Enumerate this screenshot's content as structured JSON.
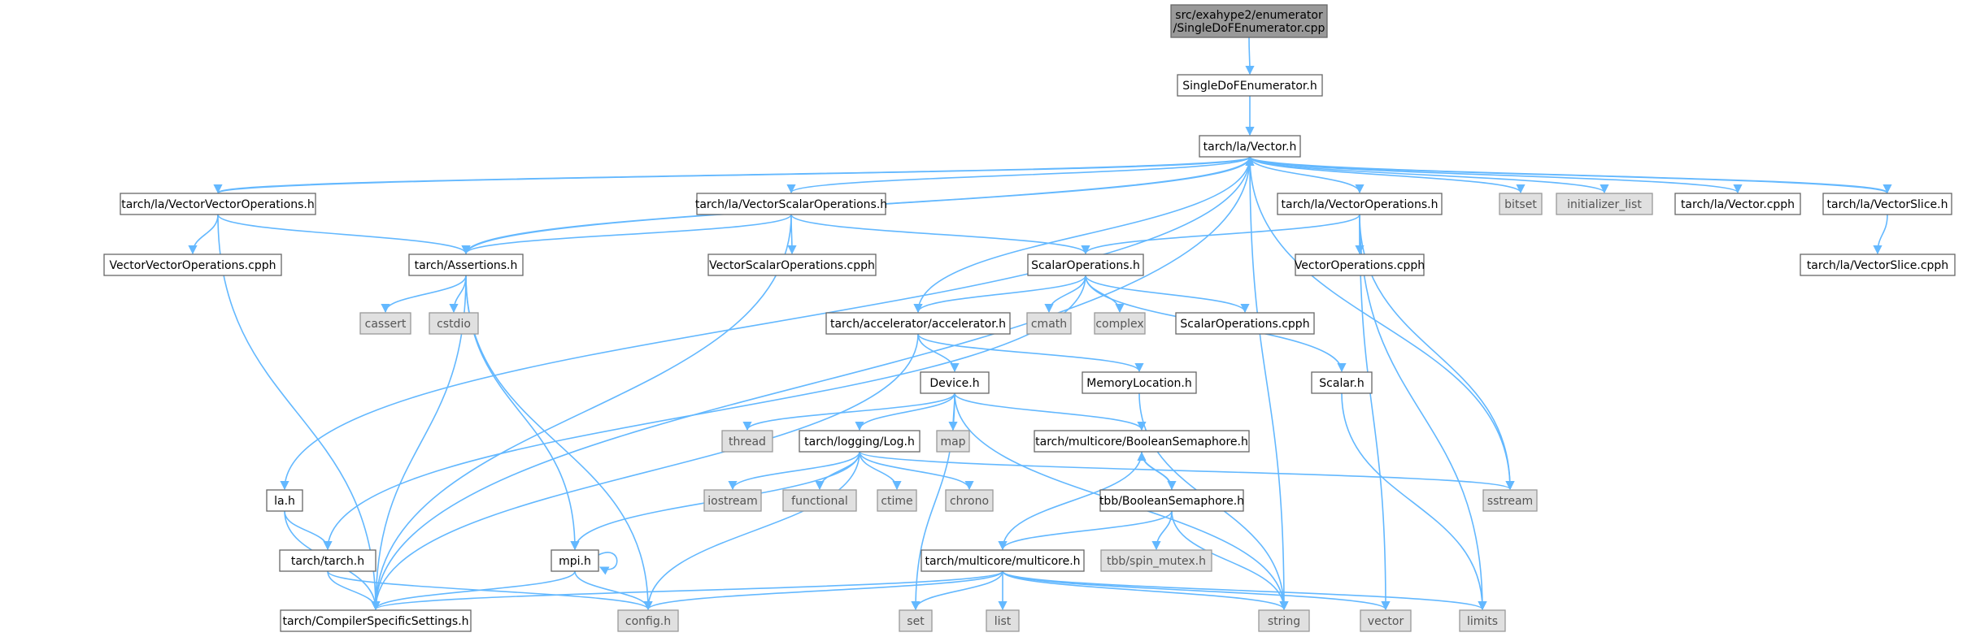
{
  "graph": {
    "nodes": [
      {
        "id": "root",
        "lines": [
          "src/exahype2/enumerator",
          "/SingleDoFEnumerator.cpp"
        ],
        "kind": "root"
      },
      {
        "id": "sdfe_h",
        "lines": [
          "SingleDoFEnumerator.h"
        ],
        "kind": "internal"
      },
      {
        "id": "vector_h",
        "lines": [
          "tarch/la/Vector.h"
        ],
        "kind": "internal"
      },
      {
        "id": "vvo_h",
        "lines": [
          "tarch/la/VectorVectorOperations.h"
        ],
        "kind": "internal"
      },
      {
        "id": "vso_h",
        "lines": [
          "tarch/la/VectorScalarOperations.h"
        ],
        "kind": "internal"
      },
      {
        "id": "vo_h",
        "lines": [
          "tarch/la/VectorOperations.h"
        ],
        "kind": "internal"
      },
      {
        "id": "bitset",
        "lines": [
          "bitset"
        ],
        "kind": "system"
      },
      {
        "id": "initializer_list",
        "lines": [
          "initializer_list"
        ],
        "kind": "system"
      },
      {
        "id": "vector_cpph",
        "lines": [
          "tarch/la/Vector.cpph"
        ],
        "kind": "internal"
      },
      {
        "id": "vslice_h",
        "lines": [
          "tarch/la/VectorSlice.h"
        ],
        "kind": "internal"
      },
      {
        "id": "vvo_cpph",
        "lines": [
          "VectorVectorOperations.cpph"
        ],
        "kind": "internal"
      },
      {
        "id": "assertions_h",
        "lines": [
          "tarch/Assertions.h"
        ],
        "kind": "internal"
      },
      {
        "id": "vso_cpph",
        "lines": [
          "VectorScalarOperations.cpph"
        ],
        "kind": "internal"
      },
      {
        "id": "so_h",
        "lines": [
          "ScalarOperations.h"
        ],
        "kind": "internal"
      },
      {
        "id": "vo_cpph",
        "lines": [
          "VectorOperations.cpph"
        ],
        "kind": "internal"
      },
      {
        "id": "vslice_cpph",
        "lines": [
          "tarch/la/VectorSlice.cpph"
        ],
        "kind": "internal"
      },
      {
        "id": "cassert",
        "lines": [
          "cassert"
        ],
        "kind": "system"
      },
      {
        "id": "cstdio",
        "lines": [
          "cstdio"
        ],
        "kind": "system"
      },
      {
        "id": "accel_h",
        "lines": [
          "tarch/accelerator/accelerator.h"
        ],
        "kind": "internal"
      },
      {
        "id": "cmath",
        "lines": [
          "cmath"
        ],
        "kind": "system"
      },
      {
        "id": "complex",
        "lines": [
          "complex"
        ],
        "kind": "system"
      },
      {
        "id": "so_cpph",
        "lines": [
          "ScalarOperations.cpph"
        ],
        "kind": "internal"
      },
      {
        "id": "device_h",
        "lines": [
          "Device.h"
        ],
        "kind": "internal"
      },
      {
        "id": "memloc_h",
        "lines": [
          "MemoryLocation.h"
        ],
        "kind": "internal"
      },
      {
        "id": "scalar_h",
        "lines": [
          "Scalar.h"
        ],
        "kind": "internal"
      },
      {
        "id": "thread",
        "lines": [
          "thread"
        ],
        "kind": "system"
      },
      {
        "id": "map",
        "lines": [
          "map"
        ],
        "kind": "system"
      },
      {
        "id": "log_h",
        "lines": [
          "tarch/logging/Log.h"
        ],
        "kind": "internal"
      },
      {
        "id": "mcbs_h",
        "lines": [
          "tarch/multicore/BooleanSemaphore.h"
        ],
        "kind": "internal"
      },
      {
        "id": "la_h",
        "lines": [
          "la.h"
        ],
        "kind": "internal"
      },
      {
        "id": "iostream",
        "lines": [
          "iostream"
        ],
        "kind": "system"
      },
      {
        "id": "functional",
        "lines": [
          "functional"
        ],
        "kind": "system"
      },
      {
        "id": "ctime",
        "lines": [
          "ctime"
        ],
        "kind": "system"
      },
      {
        "id": "chrono",
        "lines": [
          "chrono"
        ],
        "kind": "system"
      },
      {
        "id": "tbbbs_h",
        "lines": [
          "tbb/BooleanSemaphore.h"
        ],
        "kind": "internal"
      },
      {
        "id": "sstream",
        "lines": [
          "sstream"
        ],
        "kind": "system"
      },
      {
        "id": "tarch_h",
        "lines": [
          "tarch/tarch.h"
        ],
        "kind": "internal"
      },
      {
        "id": "mpi_h",
        "lines": [
          "mpi.h"
        ],
        "kind": "internal"
      },
      {
        "id": "multicore_h",
        "lines": [
          "tarch/multicore/multicore.h"
        ],
        "kind": "internal"
      },
      {
        "id": "tbbspin_h",
        "lines": [
          "tbb/spin_mutex.h"
        ],
        "kind": "system"
      },
      {
        "id": "css_h",
        "lines": [
          "tarch/CompilerSpecificSettings.h"
        ],
        "kind": "internal"
      },
      {
        "id": "config_h",
        "lines": [
          "config.h"
        ],
        "kind": "system"
      },
      {
        "id": "set",
        "lines": [
          "set"
        ],
        "kind": "system"
      },
      {
        "id": "list",
        "lines": [
          "list"
        ],
        "kind": "system"
      },
      {
        "id": "string",
        "lines": [
          "string"
        ],
        "kind": "system"
      },
      {
        "id": "vector_sys",
        "lines": [
          "vector"
        ],
        "kind": "system"
      },
      {
        "id": "limits",
        "lines": [
          "limits"
        ],
        "kind": "system"
      }
    ],
    "edges": [
      [
        "root",
        "sdfe_h"
      ],
      [
        "sdfe_h",
        "vector_h"
      ],
      [
        "vector_h",
        "vvo_h"
      ],
      [
        "vector_h",
        "vso_h"
      ],
      [
        "vector_h",
        "vo_h"
      ],
      [
        "vector_h",
        "bitset"
      ],
      [
        "vector_h",
        "initializer_list"
      ],
      [
        "vector_h",
        "vector_cpph"
      ],
      [
        "vector_h",
        "vslice_h"
      ],
      [
        "vector_h",
        "assertions_h"
      ],
      [
        "vector_h",
        "la_h"
      ],
      [
        "vector_h",
        "accel_h"
      ],
      [
        "vector_h",
        "css_h"
      ],
      [
        "vector_h",
        "string"
      ],
      [
        "vector_h",
        "sstream"
      ],
      [
        "vvo_h",
        "vector_h"
      ],
      [
        "vvo_h",
        "vvo_cpph"
      ],
      [
        "vvo_h",
        "assertions_h"
      ],
      [
        "vvo_h",
        "css_h"
      ],
      [
        "vso_h",
        "assertions_h"
      ],
      [
        "vso_h",
        "vso_cpph"
      ],
      [
        "vso_h",
        "so_h"
      ],
      [
        "vso_h",
        "css_h"
      ],
      [
        "vo_h",
        "so_h"
      ],
      [
        "vo_h",
        "vo_cpph"
      ],
      [
        "vo_h",
        "sstream"
      ],
      [
        "vo_h",
        "vector_sys"
      ],
      [
        "vo_h",
        "limits"
      ],
      [
        "vslice_h",
        "vector_h"
      ],
      [
        "vslice_h",
        "vslice_cpph"
      ],
      [
        "assertions_h",
        "vector_h"
      ],
      [
        "assertions_h",
        "cassert"
      ],
      [
        "assertions_h",
        "cstdio"
      ],
      [
        "assertions_h",
        "css_h"
      ],
      [
        "assertions_h",
        "mpi_h"
      ],
      [
        "assertions_h",
        "config_h"
      ],
      [
        "so_h",
        "accel_h"
      ],
      [
        "so_h",
        "cmath"
      ],
      [
        "so_h",
        "complex"
      ],
      [
        "so_h",
        "so_cpph"
      ],
      [
        "so_h",
        "scalar_h"
      ],
      [
        "so_h",
        "tarch_h"
      ],
      [
        "accel_h",
        "device_h"
      ],
      [
        "accel_h",
        "memloc_h"
      ],
      [
        "accel_h",
        "css_h"
      ],
      [
        "device_h",
        "thread"
      ],
      [
        "device_h",
        "map"
      ],
      [
        "device_h",
        "log_h"
      ],
      [
        "device_h",
        "mcbs_h"
      ],
      [
        "device_h",
        "string"
      ],
      [
        "device_h",
        "set"
      ],
      [
        "memloc_h",
        "string"
      ],
      [
        "scalar_h",
        "limits"
      ],
      [
        "log_h",
        "iostream"
      ],
      [
        "log_h",
        "functional"
      ],
      [
        "log_h",
        "ctime"
      ],
      [
        "log_h",
        "chrono"
      ],
      [
        "log_h",
        "sstream"
      ],
      [
        "log_h",
        "mpi_h"
      ],
      [
        "log_h",
        "config_h"
      ],
      [
        "mcbs_h",
        "tbbbs_h"
      ],
      [
        "mcbs_h",
        "multicore_h"
      ],
      [
        "tbbbs_h",
        "mcbs_h"
      ],
      [
        "tbbbs_h",
        "multicore_h"
      ],
      [
        "tbbbs_h",
        "tbbspin_h"
      ],
      [
        "tbbbs_h",
        "string"
      ],
      [
        "la_h",
        "tarch_h"
      ],
      [
        "la_h",
        "css_h"
      ],
      [
        "tarch_h",
        "css_h"
      ],
      [
        "tarch_h",
        "config_h"
      ],
      [
        "mpi_h",
        "mpi_h"
      ],
      [
        "mpi_h",
        "css_h"
      ],
      [
        "mpi_h",
        "config_h"
      ],
      [
        "multicore_h",
        "css_h"
      ],
      [
        "multicore_h",
        "config_h"
      ],
      [
        "multicore_h",
        "set"
      ],
      [
        "multicore_h",
        "list"
      ],
      [
        "multicore_h",
        "string"
      ],
      [
        "multicore_h",
        "vector_sys"
      ],
      [
        "multicore_h",
        "limits"
      ]
    ]
  }
}
